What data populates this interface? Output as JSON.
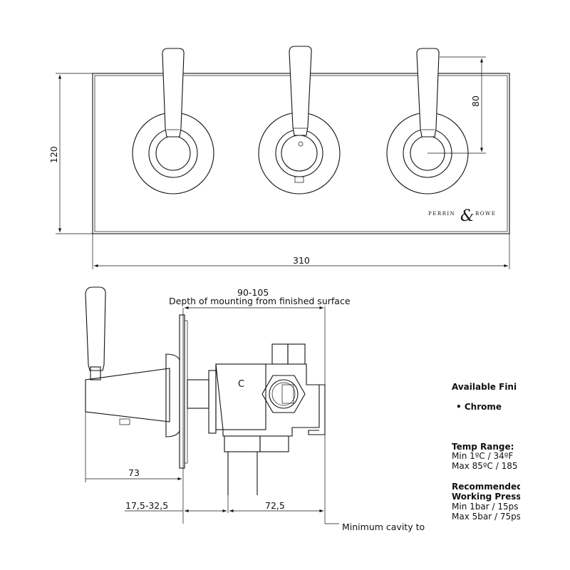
{
  "front_view": {
    "dim_width": "310",
    "dim_height": "120",
    "dim_lever_height": "80",
    "logo": "Perrin & Rowe"
  },
  "side_view": {
    "dim_depth": "90-105",
    "depth_caption": "Depth of mounting from finished surface",
    "dim_handle_projection": "73",
    "dim_wall_range": "17,5-32,5",
    "dim_body": "72,5",
    "cavity_note": "Minimum cavity to",
    "body_mark": "C"
  },
  "specs": {
    "finishes_heading": "Available Fini",
    "finishes": [
      "Chrome"
    ],
    "temp_heading": "Temp Range:",
    "temp_min": "Min 1ºC / 34ºF",
    "temp_max": "Max 85ºC / 185",
    "pressure_heading_1": "Recommended",
    "pressure_heading_2": "Working Press",
    "pressure_min": "Min 1bar / 15ps",
    "pressure_max": "Max 5bar / 75ps"
  }
}
